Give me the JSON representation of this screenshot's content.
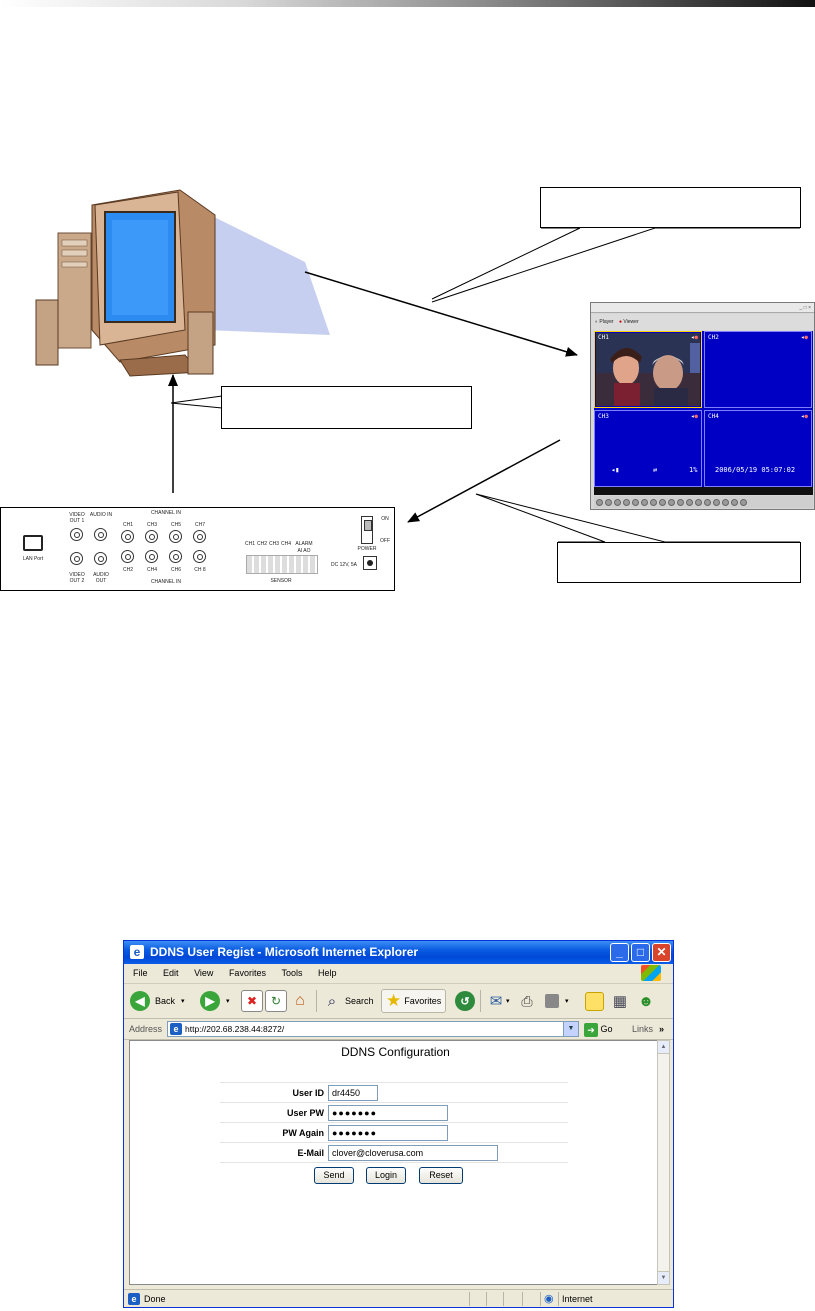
{
  "diagram": {
    "viewer": {
      "toolbar": [
        "Player",
        "Viewer"
      ],
      "channels": [
        "CH1",
        "CH2",
        "CH3",
        "CH4"
      ],
      "timestamp": "2006/05/19 05:07:02",
      "percent": "1%"
    },
    "panel": {
      "lan_port": "LAN Port",
      "video_out_1": "VIDEO OUT 1",
      "audio_in": "AUDIO IN",
      "video_out_2": "VIDEO OUT 2",
      "audio_out": "AUDIO OUT",
      "channel_in": "CHANNEL IN",
      "ch": [
        "CH1",
        "CH3",
        "CH5",
        "CH7",
        "CH2",
        "CH4",
        "CH6",
        "CH 8"
      ],
      "sensor_labels": [
        "CH1",
        "CH2",
        "CH3",
        "CH4",
        "ALARM"
      ],
      "ai_ao": "AI AO",
      "sensor": "SENSOR",
      "power": "POWER",
      "on": "ON",
      "off": "OFF",
      "dc": "DC 12V, 5A"
    }
  },
  "browser": {
    "title": "DDNS User Regist - Microsoft Internet Explorer",
    "menu": [
      "File",
      "Edit",
      "View",
      "Favorites",
      "Tools",
      "Help"
    ],
    "toolbar": {
      "back": "Back",
      "search": "Search",
      "favorites": "Favorites"
    },
    "address": {
      "label": "Address",
      "url": "http://202.68.238.44:8272/",
      "go": "Go",
      "links": "Links"
    },
    "form": {
      "title": "DDNS Configuration",
      "user_id_label": "User ID",
      "user_id_value": "dr4450",
      "user_pw_label": "User PW",
      "user_pw_value": "●●●●●●●",
      "pw_again_label": "PW Again",
      "pw_again_value": "●●●●●●●",
      "email_label": "E-Mail",
      "email_value": "clover@cloverusa.com",
      "send": "Send",
      "login": "Login",
      "reset": "Reset"
    },
    "status": {
      "left": "Done",
      "zone": "Internet"
    }
  }
}
